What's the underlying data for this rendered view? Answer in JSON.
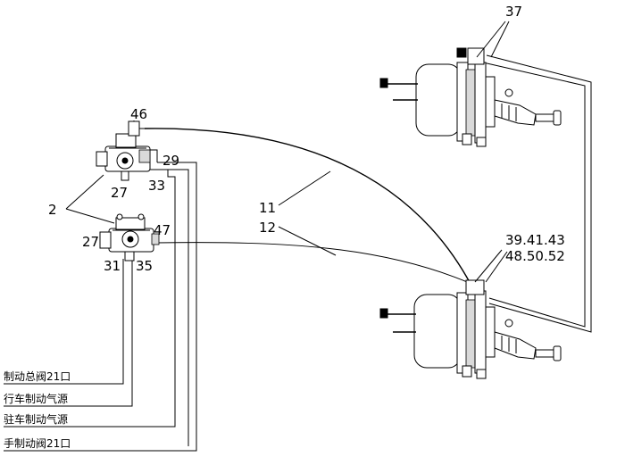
{
  "labels": {
    "l37": "37",
    "l46": "46",
    "l29": "29",
    "l27a": "27",
    "l33": "33",
    "l2": "2",
    "l27b": "27",
    "l47": "47",
    "l31": "31",
    "l35": "35",
    "l11": "11",
    "l12": "12",
    "l39": "39.41.43",
    "l48": "48.50.52"
  },
  "ports": [
    "制动总阀21口",
    "行车制动气源",
    "驻车制动气源",
    "手制动阀21口"
  ]
}
